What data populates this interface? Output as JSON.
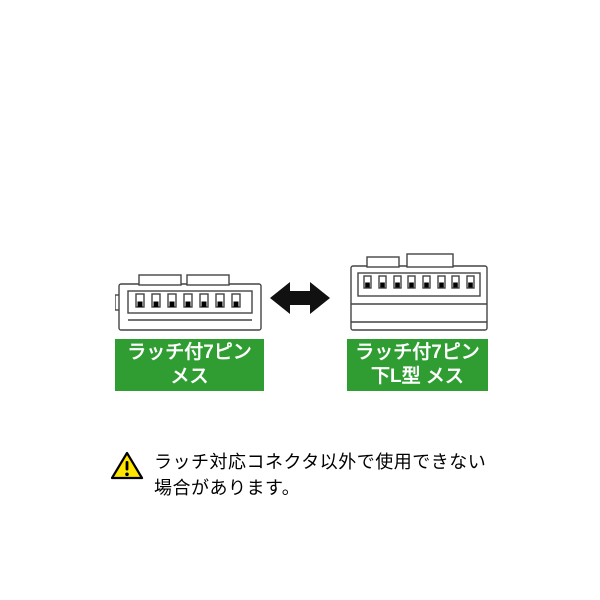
{
  "connector_left": {
    "label_line1": "ラッチ付7ピン",
    "label_line2": "メス"
  },
  "connector_right": {
    "label_line1": "ラッチ付7ピン",
    "label_line2": "下L型 メス"
  },
  "warning": {
    "line1": "ラッチ対応コネクタ以外で使用できない",
    "line2": "場合があります。"
  },
  "icons": {
    "arrow": "double-headed-arrow",
    "warning": "warning-triangle-exclamation"
  },
  "colors": {
    "page_bg": "#ffffff",
    "label_bg": "#2f9d32",
    "label_text": "#ffffff",
    "warning_fill": "#ffe600",
    "diagram_line": "#444444",
    "arrow": "#111111"
  }
}
